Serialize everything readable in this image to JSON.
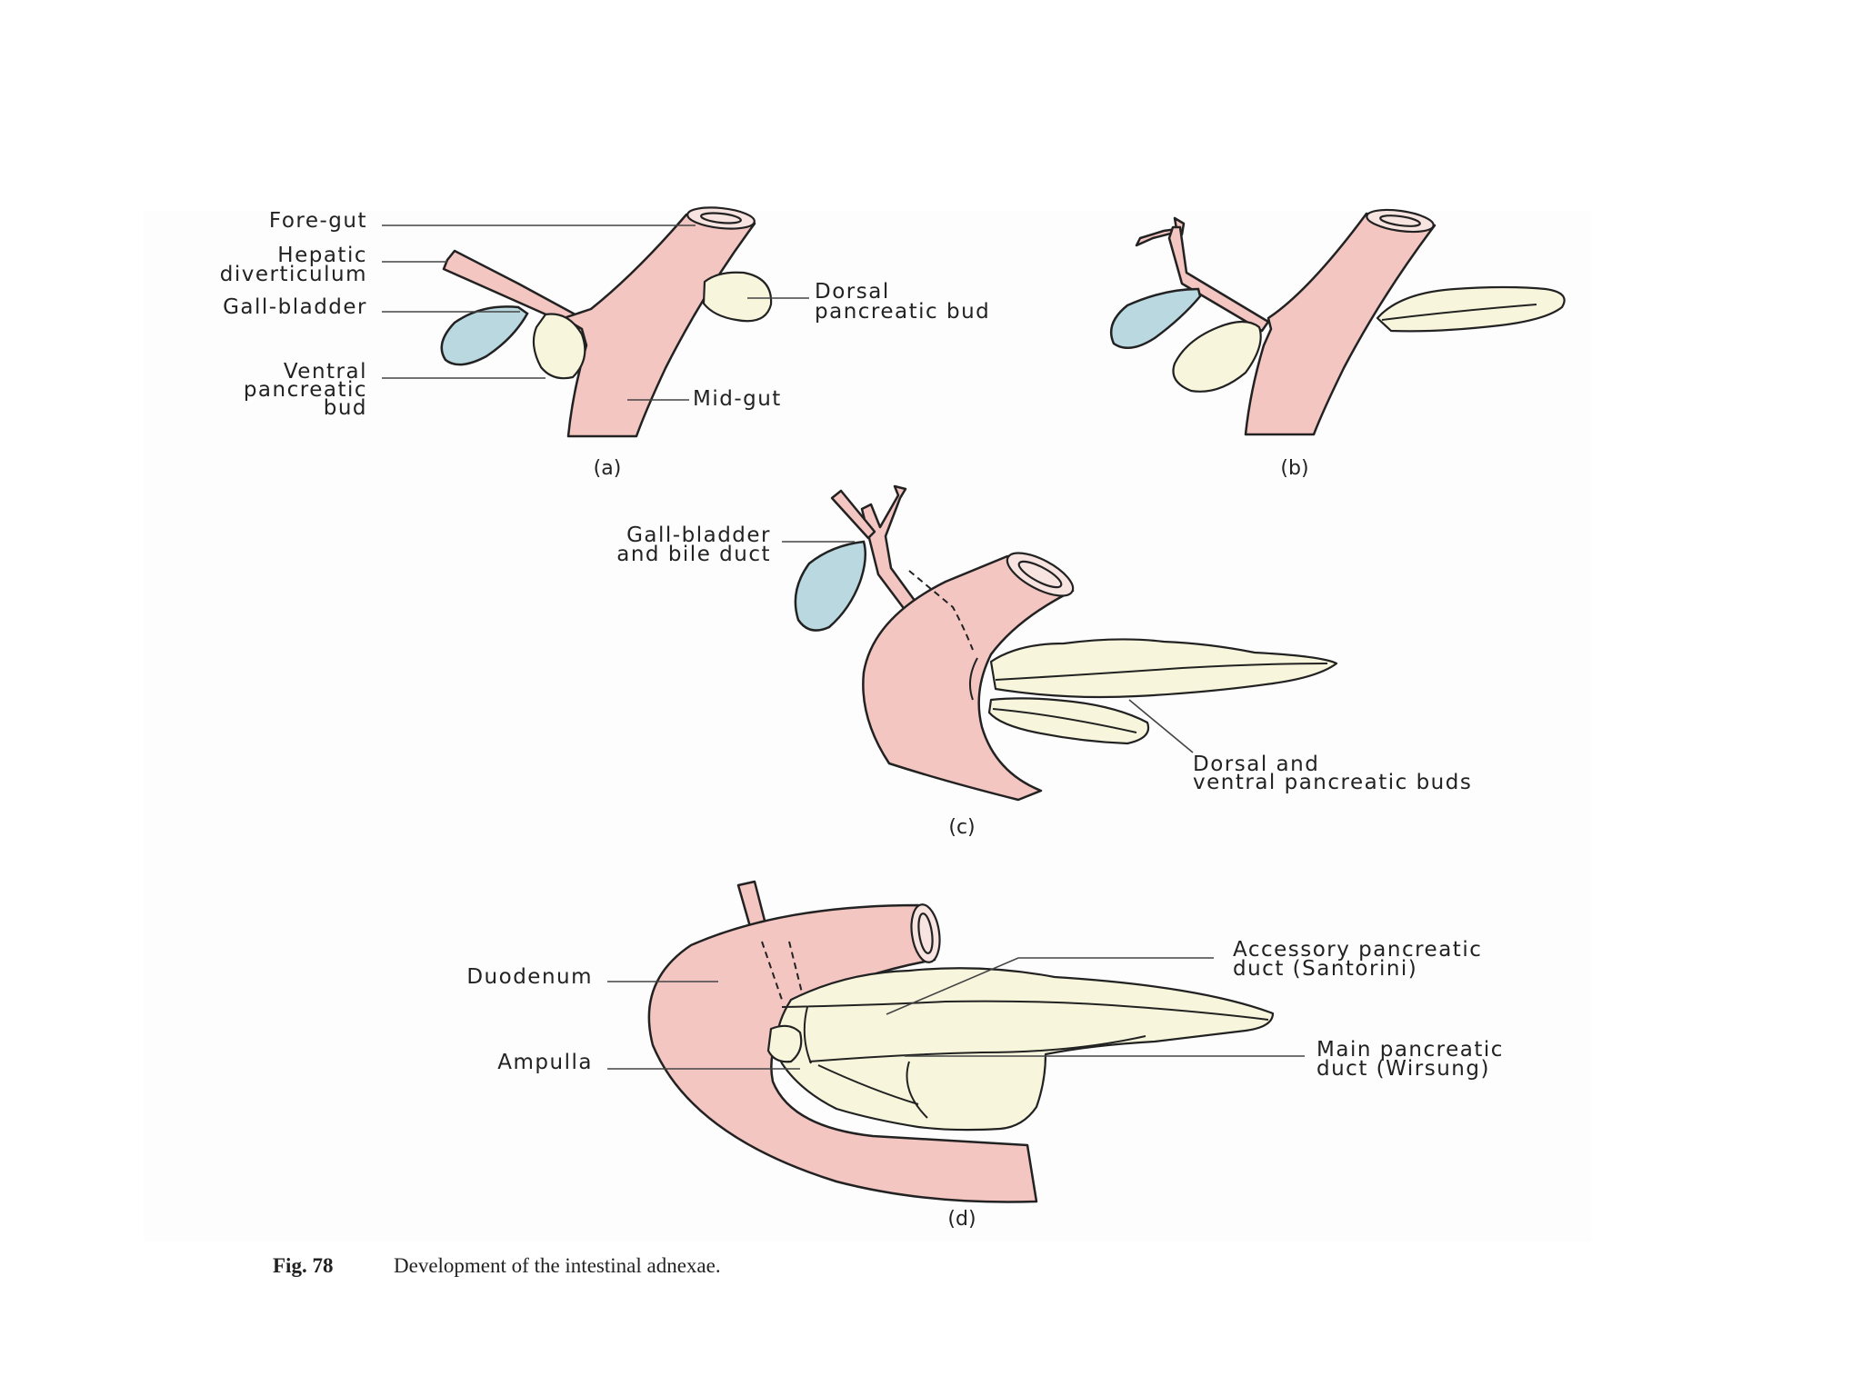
{
  "panel_a": {
    "label": "(a)",
    "fore_gut": "Fore-gut",
    "hepatic_1": "Hepatic",
    "hepatic_2": "diverticulum",
    "gall_bladder": "Gall-bladder",
    "ventral_1": "Ventral",
    "ventral_2": "pancreatic",
    "ventral_3": "bud",
    "dorsal_1": "Dorsal",
    "dorsal_2": "pancreatic bud",
    "mid_gut": "Mid-gut"
  },
  "panel_b": {
    "label": "(b)"
  },
  "panel_c": {
    "label": "(c)",
    "gall_1": "Gall-bladder",
    "gall_2": "and bile duct",
    "buds_1": "Dorsal and",
    "buds_2": "ventral pancreatic buds"
  },
  "panel_d": {
    "label": "(d)",
    "duodenum": "Duodenum",
    "ampulla": "Ampulla",
    "accessory_1": "Accessory pancreatic",
    "accessory_2": "duct (Santorini)",
    "main_1": "Main pancreatic",
    "main_2": "duct (Wirsung)"
  },
  "caption": {
    "number": "Fig. 78",
    "text": "Development of the intestinal adnexae."
  },
  "colors": {
    "gut": "#f4c6c2",
    "gall_bladder": "#b9d8e0",
    "pancreas": "#f7f6dc"
  }
}
